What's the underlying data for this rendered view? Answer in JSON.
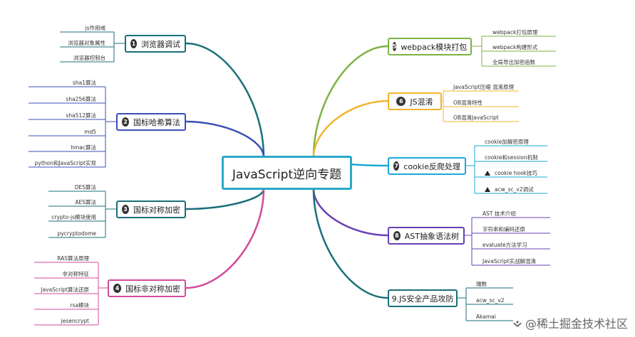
{
  "title": "JavaScript逆向专题",
  "colors": {
    "b1": "#1a6f7a",
    "b2": "#3b4fb8",
    "b3": "#1a6f7a",
    "b4": "#d44a9b",
    "b5": "#7cb342",
    "b6": "#f0b429",
    "b7": "#1ba8d6",
    "b8": "#6a3fb5",
    "b9": "#1a6f7a"
  },
  "branches": [
    {
      "num": "1",
      "label": "浏览器调试",
      "leaves": [
        "js作用域",
        "浏览器对象属性",
        "浏览器控制台"
      ]
    },
    {
      "num": "2",
      "label": "国标哈希算法",
      "leaves": [
        "sha1算法",
        "sha256算法",
        "sha512算法",
        "md5",
        "hmac算法",
        "python和JavaScript实现"
      ]
    },
    {
      "num": "3",
      "label": "国标对称加密",
      "leaves": [
        "DES算法",
        "AES算法",
        "crypto-js模块使用",
        "pycryptodome"
      ]
    },
    {
      "num": "4",
      "label": "国标非对称加密",
      "leaves": [
        "RAS算法原理",
        "非对称特征",
        "JavaScript算法还原",
        "rsa模块",
        "jesencrypt"
      ]
    },
    {
      "num": "5",
      "label": "webpack模块打包",
      "leaves": [
        "webpack打包原理",
        "webpack构建形式",
        "全局导出加密函数"
      ]
    },
    {
      "num": "6",
      "label": "JS混淆",
      "leaves": [
        "JavaScript压缩 混淆原理",
        "OB混淆特性",
        "OB混淆JavaScript"
      ]
    },
    {
      "num": "7",
      "label": "cookie反爬处理",
      "leaves": [
        "cookie加解密原理",
        "cookie和session机制",
        "cookie hook技巧",
        "acw_sc_v2调试"
      ]
    },
    {
      "num": "8",
      "label": "AST抽象语法树",
      "leaves": [
        "AST 技术介绍",
        "字符串和编码还原",
        "evaluate方法学习",
        "JavaScript实战解混淆"
      ]
    },
    {
      "num": "9",
      "label": "9.JS安全产品攻防",
      "leaves": [
        "瑞数",
        "acw_sc_v2",
        "Akamai"
      ]
    }
  ],
  "watermark": "@稀土掘金技术社区"
}
